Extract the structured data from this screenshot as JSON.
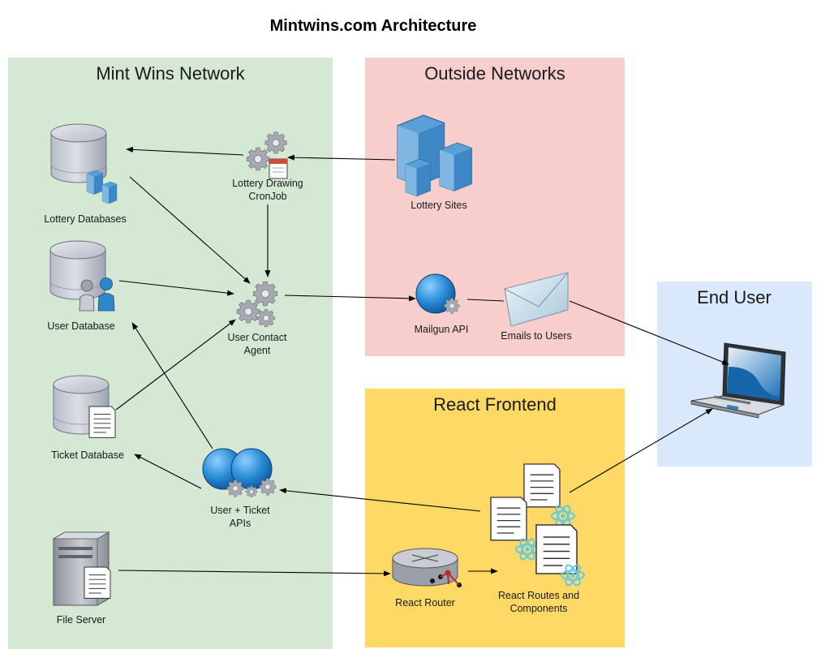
{
  "title": "Mintwins.com Architecture",
  "zones": {
    "mint": {
      "label": "Mint Wins Network",
      "color": "#d5e8d4"
    },
    "outside": {
      "label": "Outside Networks",
      "color": "#f8cecc"
    },
    "react": {
      "label": "React Frontend",
      "color": "#ffd966"
    },
    "enduser": {
      "label": "End User",
      "color": "#dae8fc"
    }
  },
  "nodes": {
    "lottery_db": {
      "label": "Lottery Databases",
      "icon": "database-with-buildings-icon"
    },
    "user_db": {
      "label": "User Database",
      "icon": "database-with-users-icon"
    },
    "ticket_db": {
      "label": "Ticket Database",
      "icon": "database-with-document-icon"
    },
    "file_server": {
      "label": "File Server",
      "icon": "server-with-document-icon"
    },
    "cron": {
      "label_line1": "Lottery Drawing",
      "label_line2": "CronJob",
      "icon": "gears-calendar-icon"
    },
    "contact_agent": {
      "label_line1": "User Contact",
      "label_line2": "Agent",
      "icon": "gears-icon"
    },
    "apis": {
      "label_line1": "User + Ticket",
      "label_line2": "APIs",
      "icon": "globe-gears-icon"
    },
    "lottery_sites": {
      "label": "Lottery Sites",
      "icon": "buildings-icon"
    },
    "mailgun": {
      "label": "Mailgun API",
      "icon": "globe-gear-icon"
    },
    "emails": {
      "label": "Emails to Users",
      "icon": "envelope-icon"
    },
    "router": {
      "label": "React Router",
      "icon": "router-icon"
    },
    "components": {
      "label_line1": "React Routes and",
      "label_line2": "Components",
      "icon": "react-documents-icon"
    },
    "laptop": {
      "icon": "laptop-icon"
    }
  }
}
